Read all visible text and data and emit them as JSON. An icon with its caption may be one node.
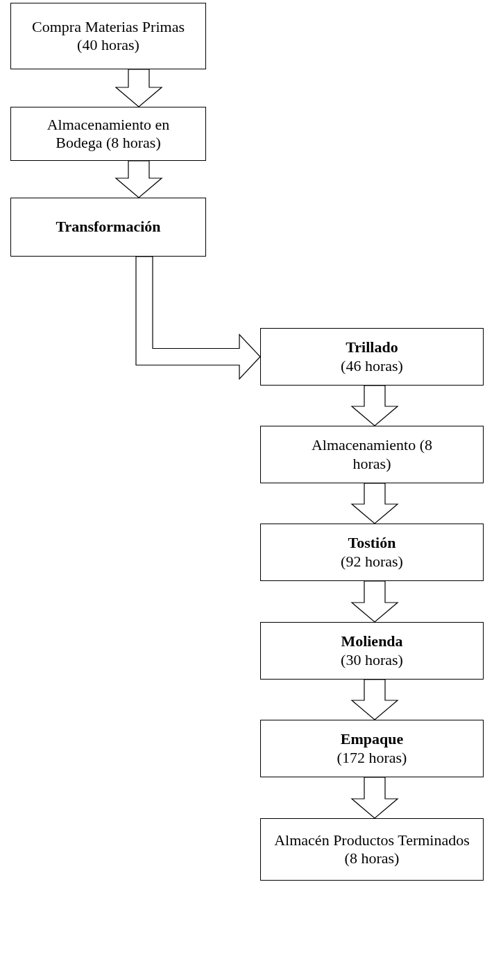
{
  "diagram": {
    "nodes": [
      {
        "text": [
          "Compra Materias Primas (40 horas)"
        ]
      },
      {
        "text": [
          "Almacenamiento en Bodega (8 horas)"
        ]
      },
      {
        "text": [
          "Transformación"
        ]
      },
      {
        "text": [
          "Trillado",
          "(46 horas)"
        ]
      },
      {
        "text": [
          "Almacenamiento (8 horas)"
        ]
      },
      {
        "text": [
          "Tostión",
          "(92 horas)"
        ]
      },
      {
        "text": [
          "Molienda",
          "(30 horas)"
        ]
      },
      {
        "text": [
          "Empaque",
          "(172 horas)"
        ]
      },
      {
        "text": [
          "Almacén Productos Terminados (8 horas)"
        ]
      }
    ],
    "edges": [
      {
        "from": 0,
        "to": 1,
        "arrow": "to"
      },
      {
        "from": 1,
        "to": 2,
        "arrow": "to"
      },
      {
        "from": 2,
        "to": 3,
        "arrow": "to"
      },
      {
        "from": 3,
        "to": 4,
        "arrow": "to"
      },
      {
        "from": 4,
        "to": 5,
        "arrow": "to"
      },
      {
        "from": 5,
        "to": 6,
        "arrow": "to"
      },
      {
        "from": 6,
        "to": 7,
        "arrow": "to"
      },
      {
        "from": 7,
        "to": 8,
        "arrow": "to"
      }
    ]
  }
}
